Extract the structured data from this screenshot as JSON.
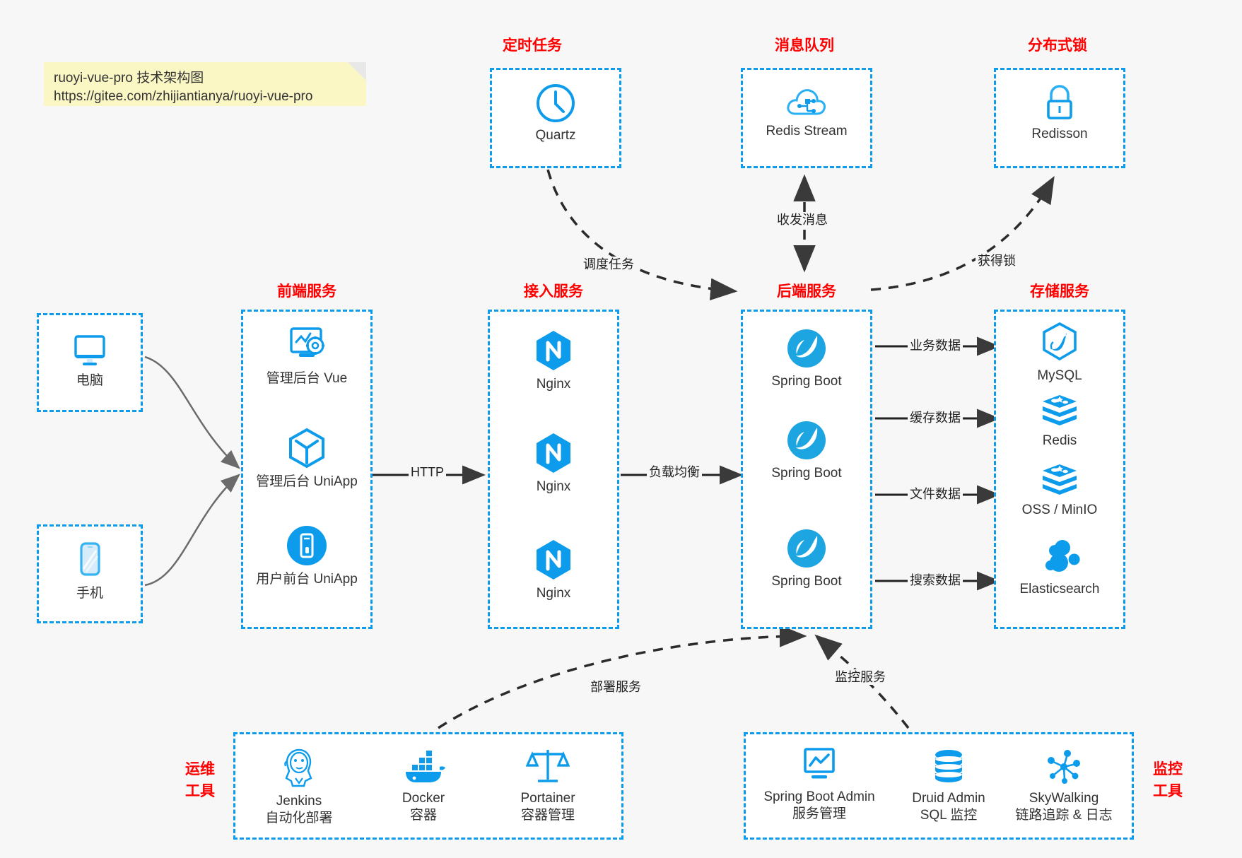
{
  "note": {
    "line1": "ruoyi-vue-pro 技术架构图",
    "line2": "https://gitee.com/zhijiantianya/ruoyi-vue-pro"
  },
  "colors": {
    "accent_blue": "#0d9ceb",
    "title_red": "#ff0000",
    "background": "#f7f7f7",
    "box_fill": "#ffffff",
    "arrow_dark": "#3a3a3a"
  },
  "groups": {
    "scheduled_tasks": {
      "title": "定时任务",
      "items": [
        {
          "label": "Quartz",
          "icon": "clock-icon"
        }
      ]
    },
    "message_queue": {
      "title": "消息队列",
      "items": [
        {
          "label": "Redis Stream",
          "icon": "cloud-network-icon"
        }
      ]
    },
    "distributed_lock": {
      "title": "分布式锁",
      "items": [
        {
          "label": "Redisson",
          "icon": "lock-icon"
        }
      ]
    },
    "devices": {
      "items": [
        {
          "label": "电脑",
          "icon": "desktop-monitor-icon"
        },
        {
          "label": "手机",
          "icon": "mobile-phone-icon"
        }
      ]
    },
    "frontend": {
      "title": "前端服务",
      "items": [
        {
          "label": "管理后台 Vue",
          "icon": "dashboard-gear-icon"
        },
        {
          "label": "管理后台 UniApp",
          "icon": "hexagon-box-icon"
        },
        {
          "label": "用户前台 UniApp",
          "icon": "mobile-app-icon"
        }
      ]
    },
    "gateway": {
      "title": "接入服务",
      "items": [
        {
          "label": "Nginx",
          "icon": "nginx-icon"
        },
        {
          "label": "Nginx",
          "icon": "nginx-icon"
        },
        {
          "label": "Nginx",
          "icon": "nginx-icon"
        }
      ]
    },
    "backend": {
      "title": "后端服务",
      "items": [
        {
          "label": "Spring Boot",
          "icon": "spring-boot-icon"
        },
        {
          "label": "Spring Boot",
          "icon": "spring-boot-icon"
        },
        {
          "label": "Spring Boot",
          "icon": "spring-boot-icon"
        }
      ]
    },
    "storage": {
      "title": "存储服务",
      "items": [
        {
          "label": "MySQL",
          "icon": "mysql-icon"
        },
        {
          "label": "Redis",
          "icon": "redis-stack-icon"
        },
        {
          "label": "OSS / MinIO",
          "icon": "minio-stack-icon"
        },
        {
          "label": "Elasticsearch",
          "icon": "elasticsearch-icon"
        }
      ]
    },
    "ops_tools": {
      "title_line1": "运维",
      "title_line2": "工具",
      "items": [
        {
          "label": "Jenkins",
          "sublabel": "自动化部署",
          "icon": "jenkins-icon"
        },
        {
          "label": "Docker",
          "sublabel": "容器",
          "icon": "docker-icon"
        },
        {
          "label": "Portainer",
          "sublabel": "容器管理",
          "icon": "portainer-scales-icon"
        }
      ]
    },
    "monitor_tools": {
      "title_line1": "监控",
      "title_line2": "工具",
      "items": [
        {
          "label": "Spring Boot Admin",
          "sublabel": "服务管理",
          "icon": "monitor-chart-icon"
        },
        {
          "label": "Druid Admin",
          "sublabel": "SQL 监控",
          "icon": "database-cylinder-icon"
        },
        {
          "label": "SkyWalking",
          "sublabel": "链路追踪 & 日志",
          "icon": "skywalking-nodes-icon"
        }
      ]
    }
  },
  "edges": {
    "schedule_task": "调度任务",
    "send_receive_message": "收发消息",
    "acquire_lock": "获得锁",
    "http": "HTTP",
    "load_balance": "负载均衡",
    "business_data": "业务数据",
    "cache_data": "缓存数据",
    "file_data": "文件数据",
    "search_data": "搜索数据",
    "deploy_service": "部署服务",
    "monitor_service": "监控服务"
  }
}
